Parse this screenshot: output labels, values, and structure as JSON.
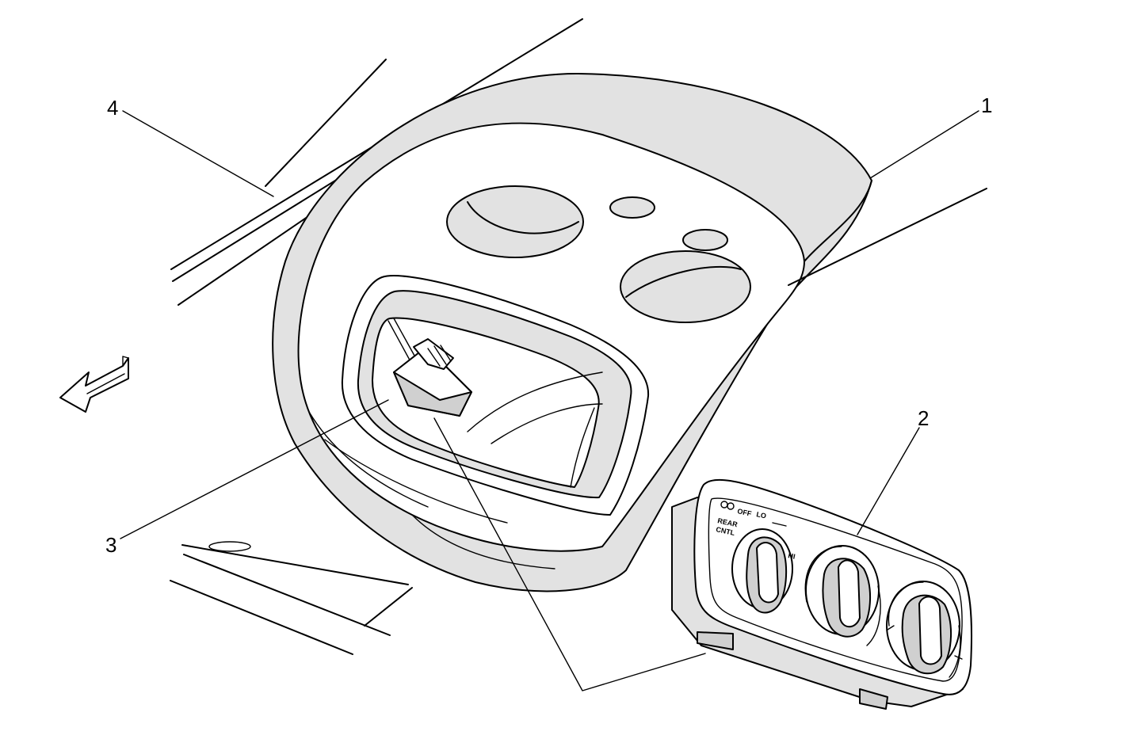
{
  "callouts": {
    "c1": "1",
    "c2": "2",
    "c3": "3",
    "c4": "4"
  },
  "panel_labels": {
    "rear_line1": "REAR",
    "rear_line2": "CNTL",
    "off": "OFF",
    "lo": "LO",
    "hi": "HI"
  },
  "icons": [
    "forward-direction-arrow-icon",
    "fan-icon"
  ],
  "colors": {
    "line": "#000000",
    "shade": "#e2e2e2",
    "background": "#ffffff"
  }
}
